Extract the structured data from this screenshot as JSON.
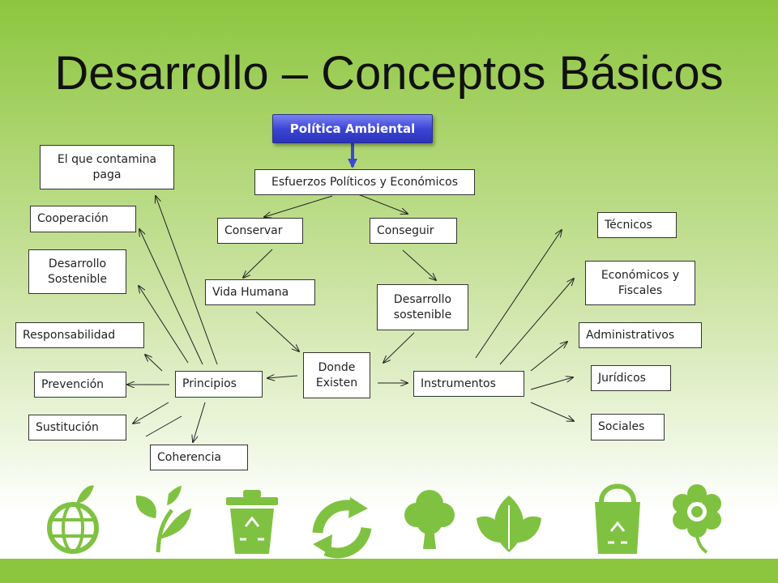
{
  "slide": {
    "title": "Desarrollo – Conceptos Básicos",
    "accent_color": "#8cc63f",
    "header_color": "#3c46d6"
  },
  "diagram": {
    "header": "Política Ambiental",
    "nodes": {
      "esfuerzos": "Esfuerzos Políticos y Económicos",
      "conservar": "Conservar",
      "conseguir": "Conseguir",
      "vida_humana": "Vida Humana",
      "desarrollo_sostenible": "Desarrollo sostenible",
      "donde_existen": "Donde Existen",
      "principios": "Principios",
      "instrumentos": "Instrumentos"
    },
    "principios_items": {
      "contamina": "El que contamina paga",
      "cooperacion": "Cooperación",
      "desarrollo_sostenible": "Desarrollo Sostenible",
      "responsabilidad": "Responsabilidad",
      "prevencion": "Prevención",
      "sustitucion": "Sustitución",
      "coherencia": "Coherencia"
    },
    "instrumentos_items": {
      "tecnicos": "Técnicos",
      "economicos": "Económicos y Fiscales",
      "administrativos": "Administrativos",
      "juridicos": "Jurídicos",
      "sociales": "Sociales"
    }
  },
  "icons": [
    "globe-leaf-icon",
    "sprout-icon",
    "recycle-bin-icon",
    "recycle-arrows-icon",
    "tree-icon",
    "leaves-icon",
    "recycle-bag-icon",
    "flower-icon"
  ]
}
